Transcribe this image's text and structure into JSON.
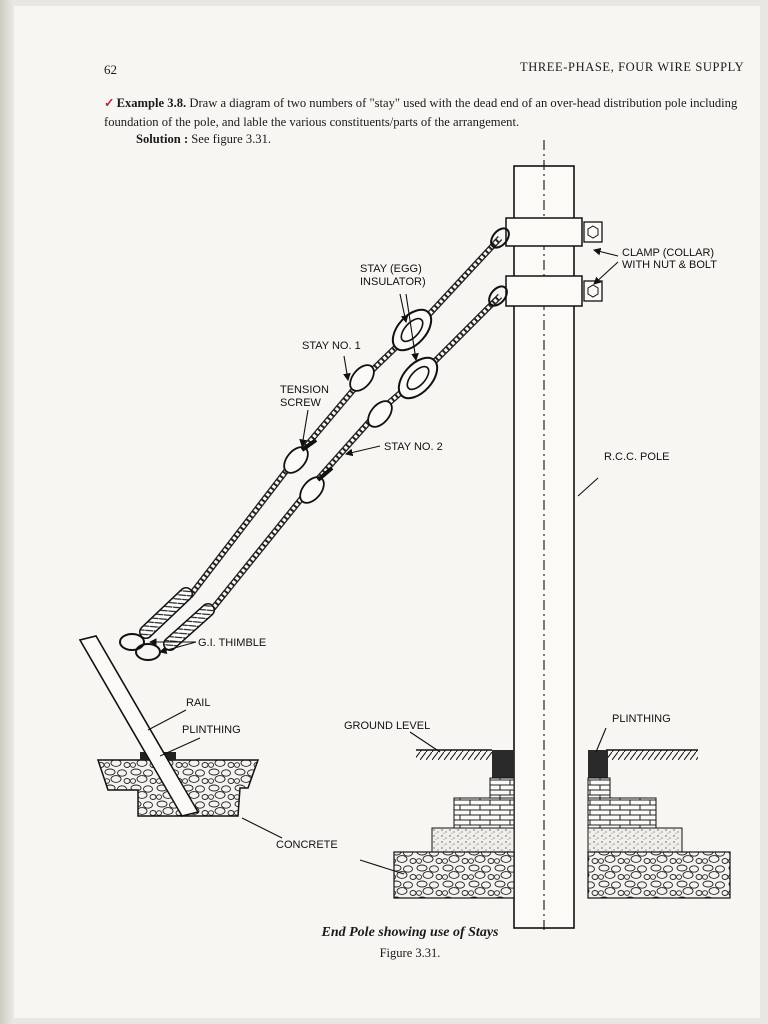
{
  "header": {
    "page_number": "62",
    "running_title": "THREE-PHASE, FOUR WIRE SUPPLY"
  },
  "example": {
    "label": "Example 3.8.",
    "text": "Draw a diagram of two numbers of \"stay\" used with the dead end of an over-head distribution pole including foundation of the pole, and lable the various constituents/parts of the arrangement."
  },
  "solution": {
    "label": "Solution :",
    "text": "See figure 3.31."
  },
  "figure": {
    "labels": {
      "clamp_line1": "CLAMP (COLLAR)",
      "clamp_line2": "WITH NUT & BOLT",
      "stay_insulator_line1": "STAY (EGG)",
      "stay_insulator_line2": "INSULATOR)",
      "stay_no1": "STAY NO. 1",
      "tension_screw_line1": "TENSION",
      "tension_screw_line2": "SCREW",
      "stay_no2": "STAY NO. 2",
      "rcc_pole": "R.C.C. POLE",
      "gi_thimble": "G.I. THIMBLE",
      "rail": "RAIL",
      "plinthing_left": "PLINTHING",
      "ground_level": "GROUND LEVEL",
      "plinthing_right": "PLINTHING",
      "concrete": "CONCRETE"
    },
    "caption": "End Pole showing use of Stays",
    "number": "Figure 3.31."
  }
}
